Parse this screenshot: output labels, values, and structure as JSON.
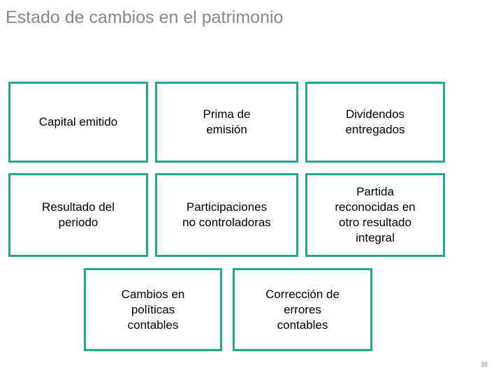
{
  "slide": {
    "title": "Estado de cambios en el patrimonio",
    "page_number": "38",
    "accent_color": "#2aa68c",
    "title_color": "#888888",
    "background_color": "#ffffff",
    "text_color": "#000000"
  },
  "boxes": [
    {
      "id": "capital-emitido",
      "label": "Capital emitido",
      "row": 1,
      "column": 1
    },
    {
      "id": "prima-emision",
      "label": "Prima de\nemisión",
      "row": 1,
      "column": 2
    },
    {
      "id": "dividendos",
      "label": "Dividendos\nentregados",
      "row": 1,
      "column": 3
    },
    {
      "id": "resultado-periodo",
      "label": "Resultado del\nperiodo",
      "row": 2,
      "column": 1
    },
    {
      "id": "participaciones",
      "label": "Participaciones\nno controladoras",
      "row": 2,
      "column": 2
    },
    {
      "id": "partida-integral",
      "label": "Partida\nreconocidas en\notro resultado\nintegral",
      "row": 2,
      "column": 3
    },
    {
      "id": "cambios-politicas",
      "label": "Cambios en\npolíticas\ncontables",
      "row": 3,
      "column": 1
    },
    {
      "id": "correccion-errores",
      "label": "Corrección de\nerrores\ncontables",
      "row": 3,
      "column": 2
    }
  ]
}
